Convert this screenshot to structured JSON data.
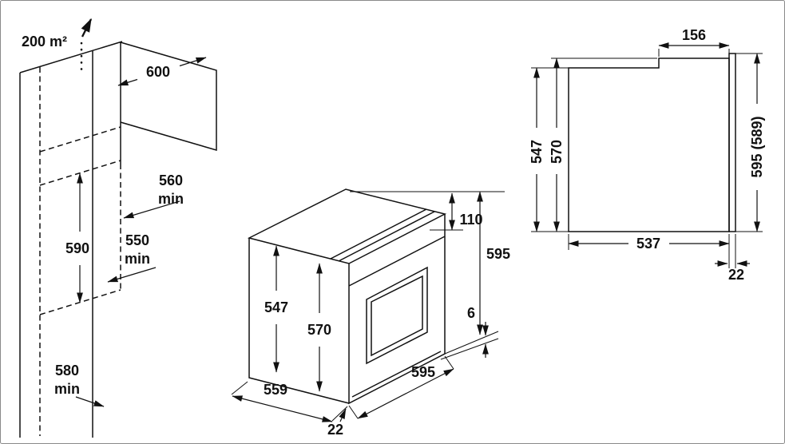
{
  "diagram": {
    "background": "#ffffff",
    "border_color": "#8a8a8a",
    "line_color": "#111111"
  },
  "cabinet_view": {
    "ventilation_area": "200 m²",
    "top_depth": "600",
    "niche_depth": "560",
    "niche_depth_min": "min",
    "niche_height": "590",
    "niche_width": "550",
    "niche_width_min": "min",
    "plinth_depth": "580",
    "plinth_depth_min": "min"
  },
  "oven_view": {
    "control_panel_height": "110",
    "total_height": "595",
    "body_height": "547",
    "front_height": "570",
    "bottom_gap": "6",
    "front_width": "595",
    "body_depth": "559",
    "door_overhang": "22"
  },
  "side_view": {
    "top_recess_depth": "156",
    "body_height": "547",
    "front_height": "570",
    "total_height": "595 (589)",
    "body_depth": "537",
    "door_thickness": "22"
  }
}
